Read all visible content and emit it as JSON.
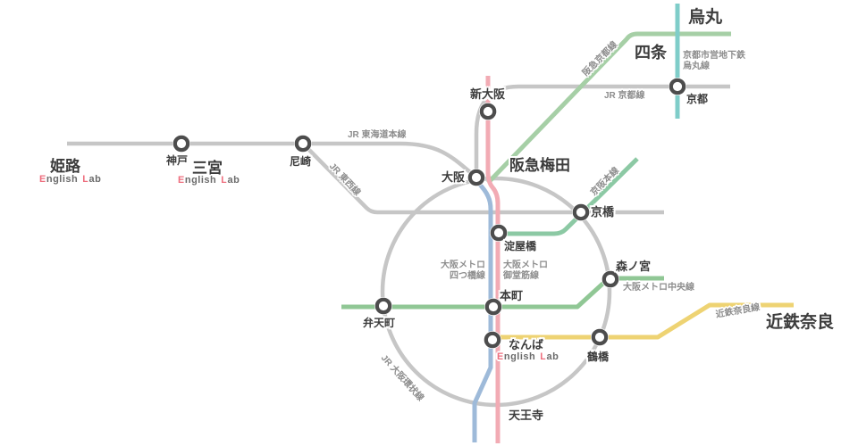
{
  "lines": {
    "jr_tokaido": {
      "name": "JR 東海道本線",
      "color": "#c6c6c6"
    },
    "jr_tozai": {
      "name": "JR 東西線",
      "color": "#c6c6c6"
    },
    "jr_kyoto": {
      "name": "JR 京都線",
      "color": "#c6c6c6"
    },
    "jr_loop": {
      "name": "JR 大阪環状線",
      "color": "#c6c6c6"
    },
    "hankyu_kyoto": {
      "name": "阪急京都線",
      "color": "#a6cfa6"
    },
    "karasuma_subway": {
      "name_line1": "京都市営地下鉄",
      "name_line2": "烏丸線",
      "color": "#7fcdc9"
    },
    "keihan_main": {
      "name": "京阪本線",
      "color": "#8cc9a4"
    },
    "midosuji": {
      "name_line1": "大阪メトロ",
      "name_line2": "御堂筋線",
      "color": "#f2abb4"
    },
    "yotsubashi": {
      "name_line1": "大阪メトロ",
      "name_line2": "四つ橋線",
      "color": "#9ebad9"
    },
    "chuo": {
      "name": "大阪メトロ中央線",
      "color": "#90c795"
    },
    "kintetsu_nara": {
      "name": "近鉄奈良線",
      "color": "#eed373"
    }
  },
  "stations": {
    "himeji": "姫路",
    "kobe": "神戸",
    "sannomiya": "三宮",
    "amagasaki": "尼崎",
    "shin_osaka": "新大阪",
    "osaka": "大阪",
    "hankyu_umeda": "阪急梅田",
    "karasuma": "烏丸",
    "shijo": "四条",
    "kyoto": "京都",
    "kyobashi": "京橋",
    "yodoyabashi": "淀屋橋",
    "hommachi": "本町",
    "namba": "なんば",
    "bentencho": "弁天町",
    "morinomiya": "森ノ宮",
    "tsuruhashi": "鶴橋",
    "tennoji": "天王寺",
    "kintetsu_nara": "近鉄奈良"
  },
  "branding": {
    "tagline_e": "E",
    "tagline_nglish": "nglish",
    "tagline_l": "L",
    "tagline_ab": "ab",
    "accent_color": "#ee6e7e",
    "station_ring_color": "#4d4d4d"
  }
}
